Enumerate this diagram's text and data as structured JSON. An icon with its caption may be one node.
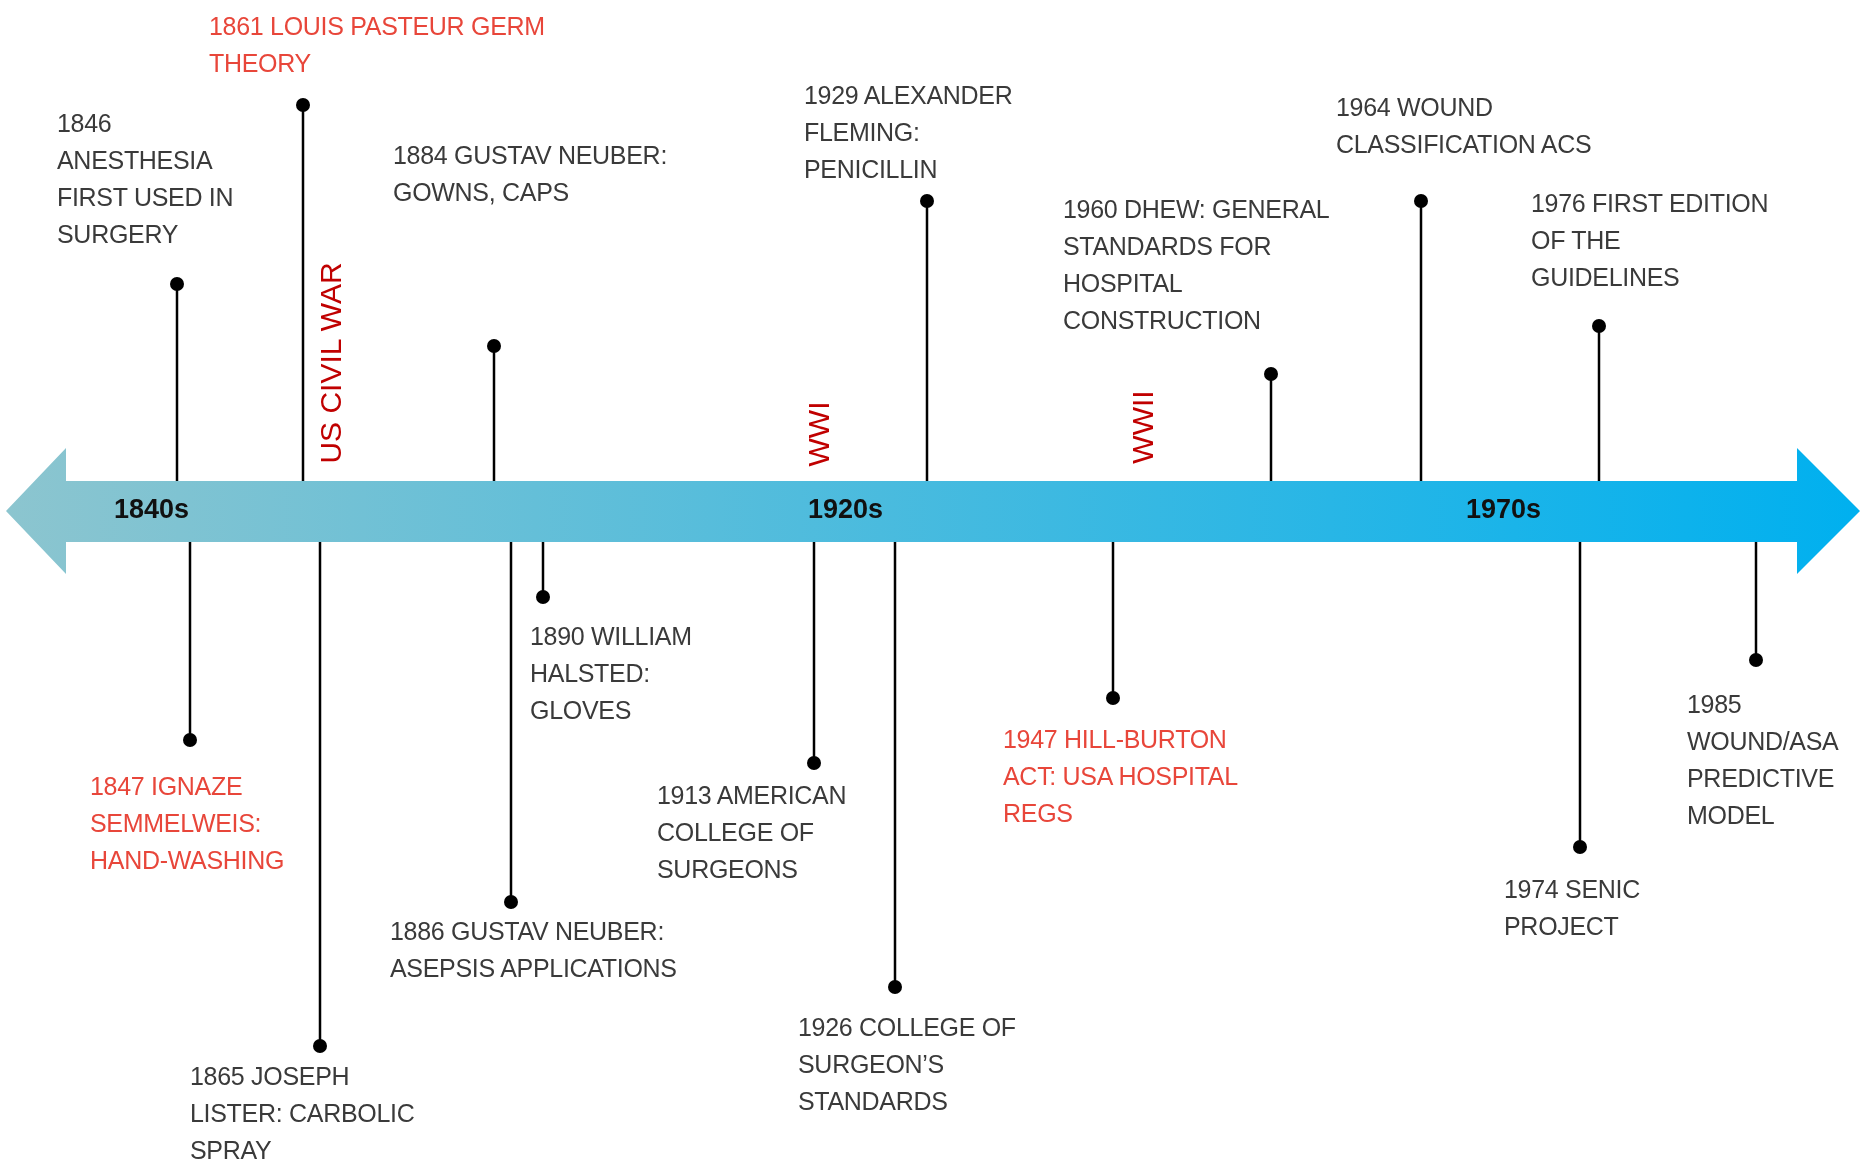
{
  "diagram": {
    "nodes": [
      {
        "text": [
          "1840s",
          "1920s",
          "1970s"
        ]
      },
      {
        "text": [
          "1846 ANESTHESIA FIRST USED IN SURGERY"
        ]
      },
      {
        "text": [
          "1847 IGNAZE SEMMELWEIS: HAND-WASHING"
        ]
      },
      {
        "text": [
          "1861 LOUIS PASTEUR GERM THEORY"
        ]
      },
      {
        "text": [
          "1865 JOSEPH LISTER: CARBOLIC SPRAY"
        ]
      },
      {
        "text": [
          "1884 GUSTAV NEUBER: GOWNS, CAPS"
        ]
      },
      {
        "text": [
          "1886 GUSTAV NEUBER: ASEPSIS APPLICATIONS"
        ]
      },
      {
        "text": [
          "1890 WILLIAM HALSTED: GLOVES"
        ]
      },
      {
        "text": [
          "1913 AMERICAN COLLEGE OF SURGEONS"
        ]
      },
      {
        "text": [
          "1926 COLLEGE OF SURGEON’S STANDARDS"
        ]
      },
      {
        "text": [
          "1929 ALEXANDER FLEMING: PENICILLIN"
        ]
      },
      {
        "text": [
          "1947 HILL-BURTON ACT: USA HOSPITAL REGS"
        ]
      },
      {
        "text": [
          "1960 DHEW: GENERAL STANDARDS FOR HOSPITAL CONSTRUCTION"
        ]
      },
      {
        "text": [
          "1964 WOUND CLASSIFICATION ACS"
        ]
      },
      {
        "text": [
          "1974 SENIC PROJECT"
        ]
      },
      {
        "text": [
          "1976 FIRST EDITION OF THE GUIDELINES"
        ]
      },
      {
        "text": [
          "1985 WOUND/ASA PREDICTIVE MODEL"
        ]
      }
    ],
    "edges": [
      {
        "from": 1,
        "to": 0,
        "arrow": "other"
      },
      {
        "from": 2,
        "to": 0,
        "arrow": "other"
      },
      {
        "from": 3,
        "to": 0,
        "arrow": "other"
      },
      {
        "from": 4,
        "to": 0,
        "arrow": "other"
      },
      {
        "from": 5,
        "to": 0,
        "arrow": "other"
      },
      {
        "from": 6,
        "to": 0,
        "arrow": "other"
      },
      {
        "from": 7,
        "to": 0,
        "arrow": "other"
      },
      {
        "from": 8,
        "to": 0,
        "arrow": "other"
      },
      {
        "from": 9,
        "to": 0,
        "arrow": "other"
      },
      {
        "from": 10,
        "to": 0,
        "arrow": "other"
      },
      {
        "from": 11,
        "to": 0,
        "arrow": "other"
      },
      {
        "from": 12,
        "to": 0,
        "arrow": "other"
      },
      {
        "from": 13,
        "to": 0,
        "arrow": "other"
      },
      {
        "from": 14,
        "to": 0,
        "arrow": "other"
      },
      {
        "from": 15,
        "to": 0,
        "arrow": "other"
      },
      {
        "from": 16,
        "to": 0,
        "arrow": "other"
      }
    ],
    "labels": [
      "US CIVIL WAR",
      "WWI",
      "WWII"
    ]
  }
}
